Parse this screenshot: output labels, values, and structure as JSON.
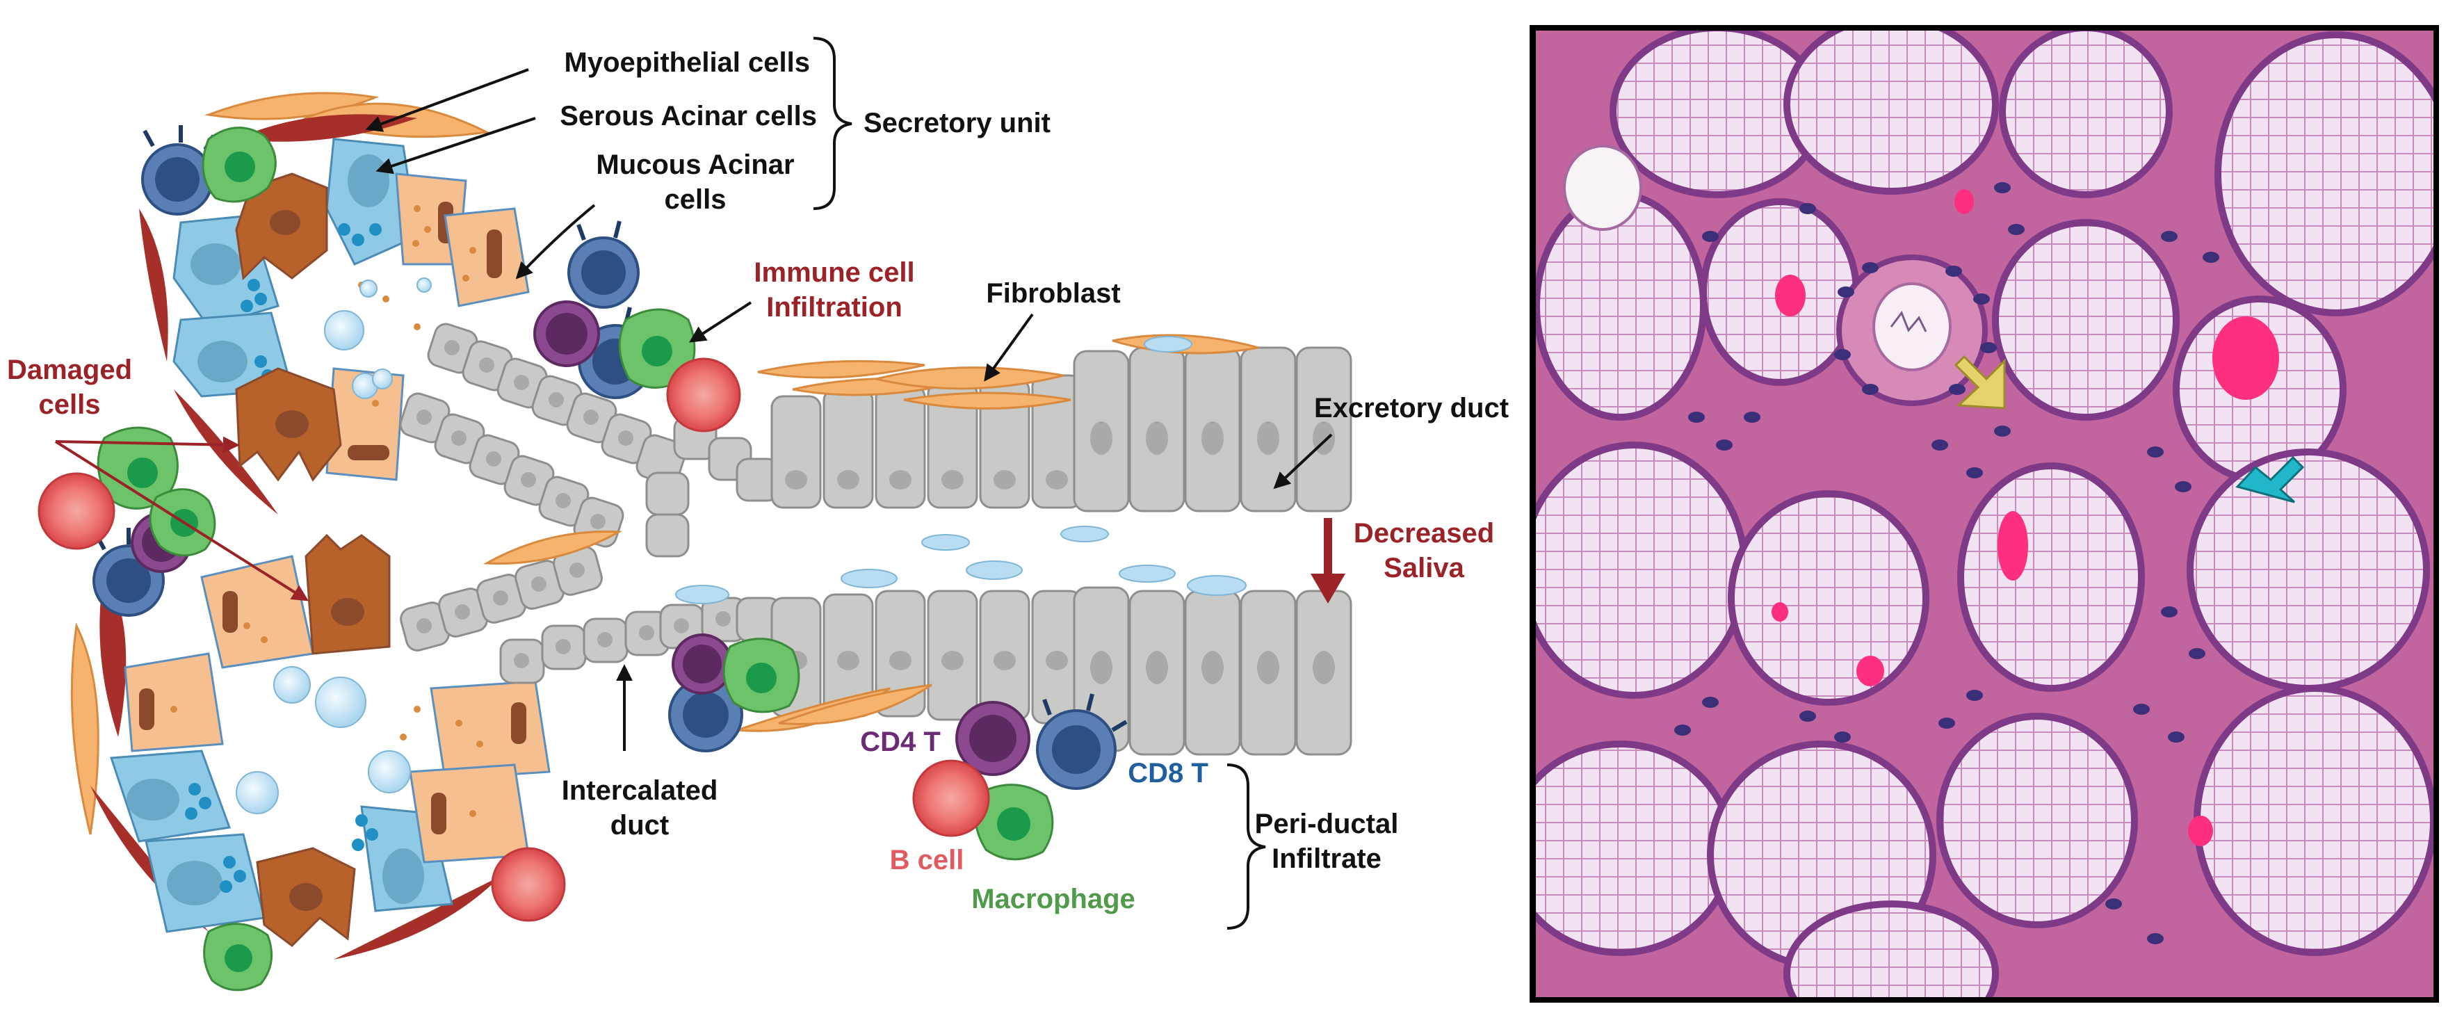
{
  "diagram": {
    "labels": {
      "myoepithelial": "Myoepithelial cells",
      "serous": "Serous Acinar cells",
      "mucous_line1": "Mucous Acinar",
      "mucous_line2": "cells",
      "secretory_unit": "Secretory unit",
      "immune_line1": "Immune cell",
      "immune_line2": "Infiltration",
      "fibroblast": "Fibroblast",
      "damaged_line1": "Damaged",
      "damaged_line2": "cells",
      "excretory_duct": "Excretory duct",
      "decreased_line1": "Decreased",
      "decreased_line2": "Saliva",
      "cd4": "CD4 T",
      "cd8": "CD8 T",
      "bcell": "B cell",
      "macrophage": "Macrophage",
      "intercalated_line1": "Intercalated",
      "intercalated_line2": "duct",
      "periductal_line1": "Peri-ductal",
      "periductal_line2": "Infiltrate"
    },
    "colors": {
      "label_red": "#9b2226",
      "cd8_blue": "#1f5fa0",
      "cd4_purple": "#6b2a73",
      "bcell_pink": "#e15a5f",
      "macrophage_green": "#4f9b49",
      "duct_gray": "#c9c9c7",
      "serous_blue": "#8ec9e6",
      "mucous_orange": "#f6bf8f",
      "damaged_brown": "#b8622b",
      "myoepithelial_red": "#a62f2a",
      "fibroblast_orange": "#f6b36e"
    }
  },
  "histology": {
    "arrows": [
      {
        "name": "yellow-arrow",
        "color": "#e4d36a"
      },
      {
        "name": "cyan-arrow",
        "color": "#1fb7c9"
      }
    ],
    "colors": {
      "background_pink": "#c2649e",
      "mucous_acinus": "#eedaf0",
      "nucleus": "#3c2f7a",
      "rbc": "#ff2f7f",
      "frame": "#000000"
    }
  }
}
